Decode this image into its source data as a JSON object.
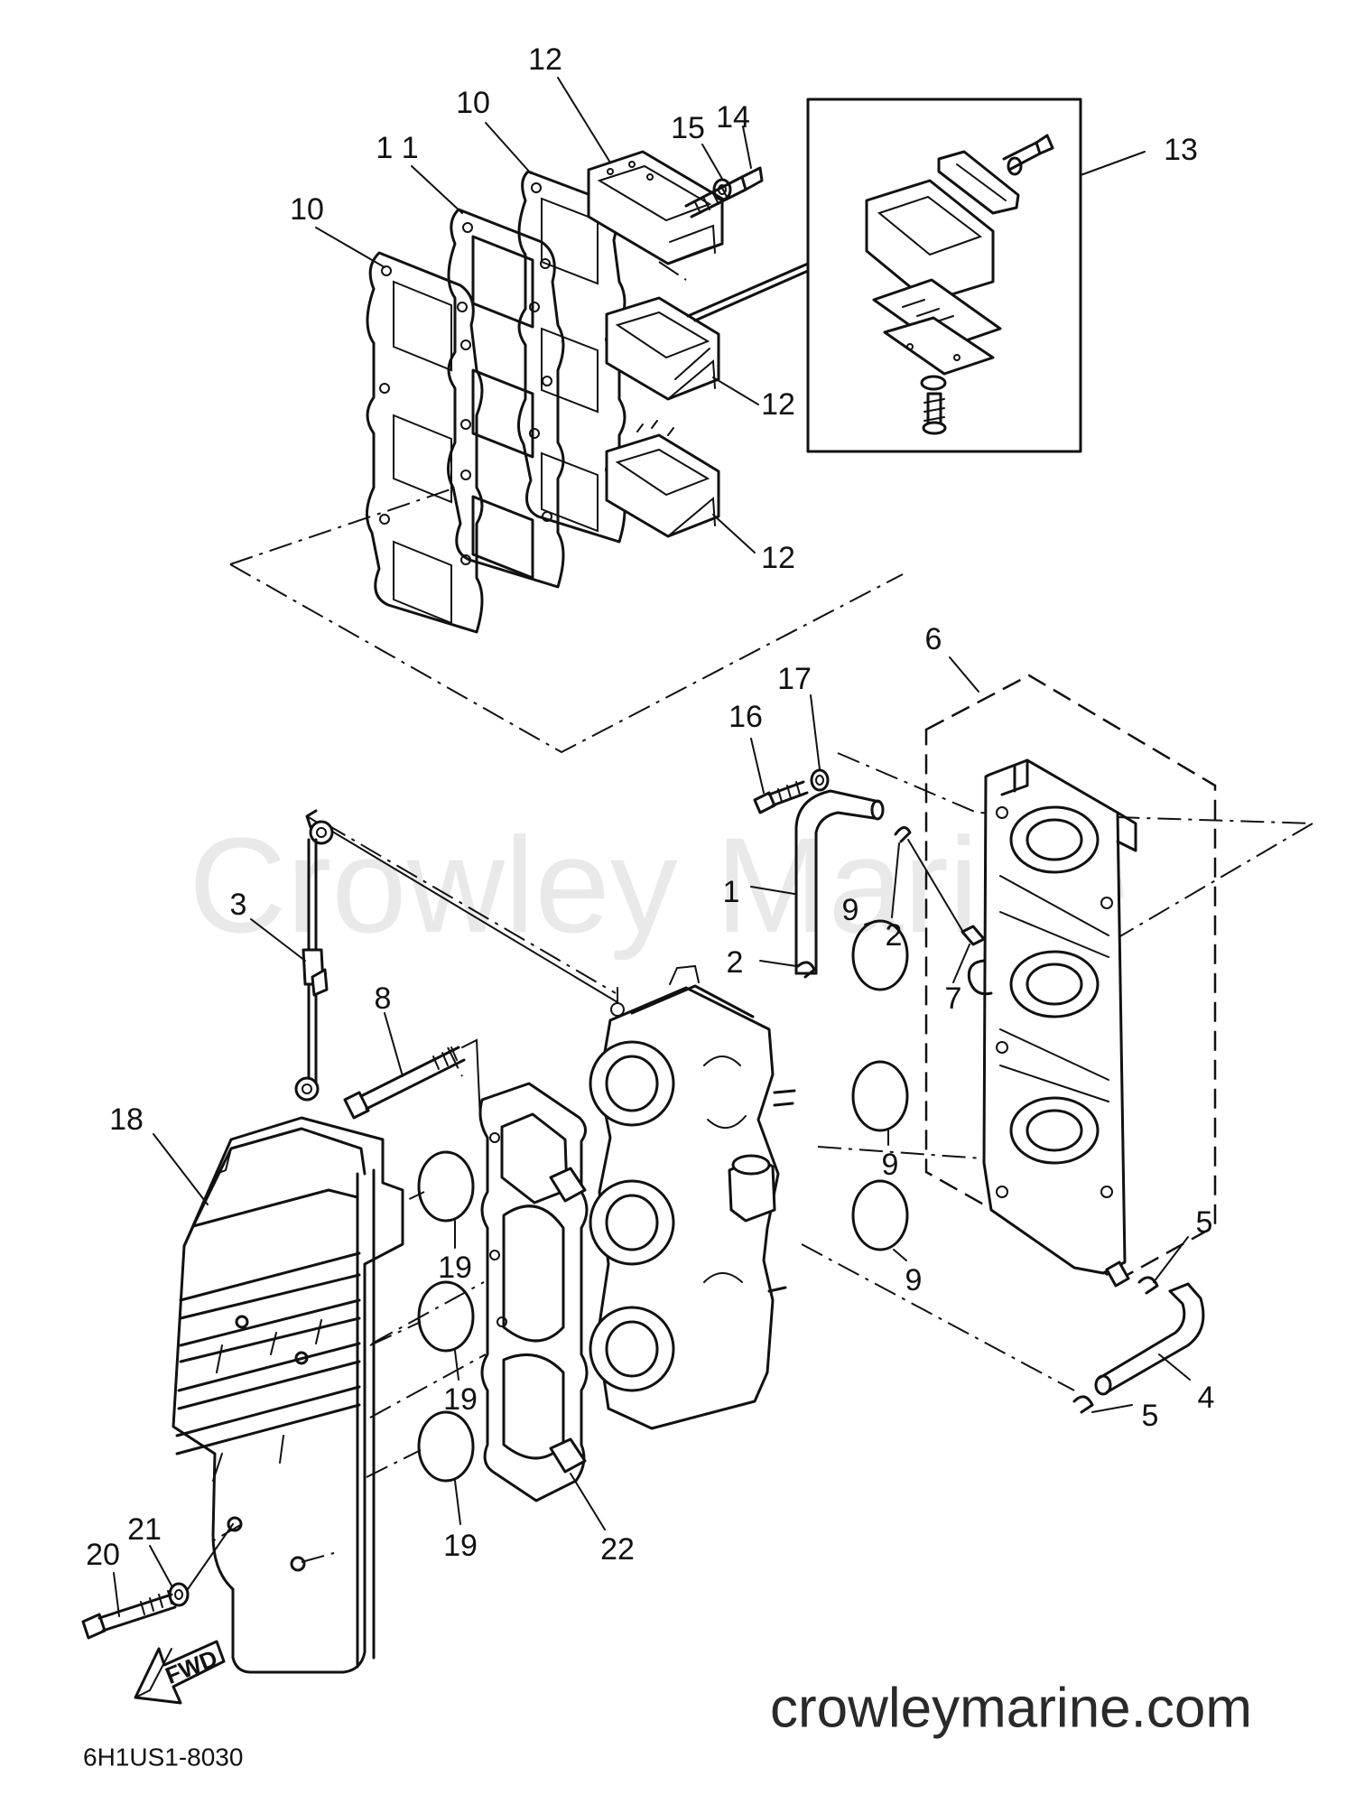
{
  "watermark": "Crowley Marine",
  "website": "crowleymarine.com",
  "diagram_code": "6H1US1-8030",
  "direction_label": "FWD",
  "callouts": {
    "c1": "1",
    "c2a": "2",
    "c2b": "2",
    "c3": "3",
    "c4": "4",
    "c5a": "5",
    "c5b": "5",
    "c6": "6",
    "c7": "7",
    "c8": "8",
    "c9a": "9",
    "c9b": "9",
    "c9c": "9",
    "c10a": "10",
    "c10b": "10",
    "c11": "1 1",
    "c12a": "12",
    "c12b": "12",
    "c12c": "12",
    "c13": "13",
    "c14": "14",
    "c15": "15",
    "c16": "16",
    "c17": "17",
    "c18": "18",
    "c19a": "19",
    "c19b": "19",
    "c19c": "19",
    "c20": "20",
    "c21": "21",
    "c22": "22"
  },
  "colors": {
    "ink": "#111111",
    "watermark": "#e9e9e9",
    "background": "#ffffff"
  }
}
